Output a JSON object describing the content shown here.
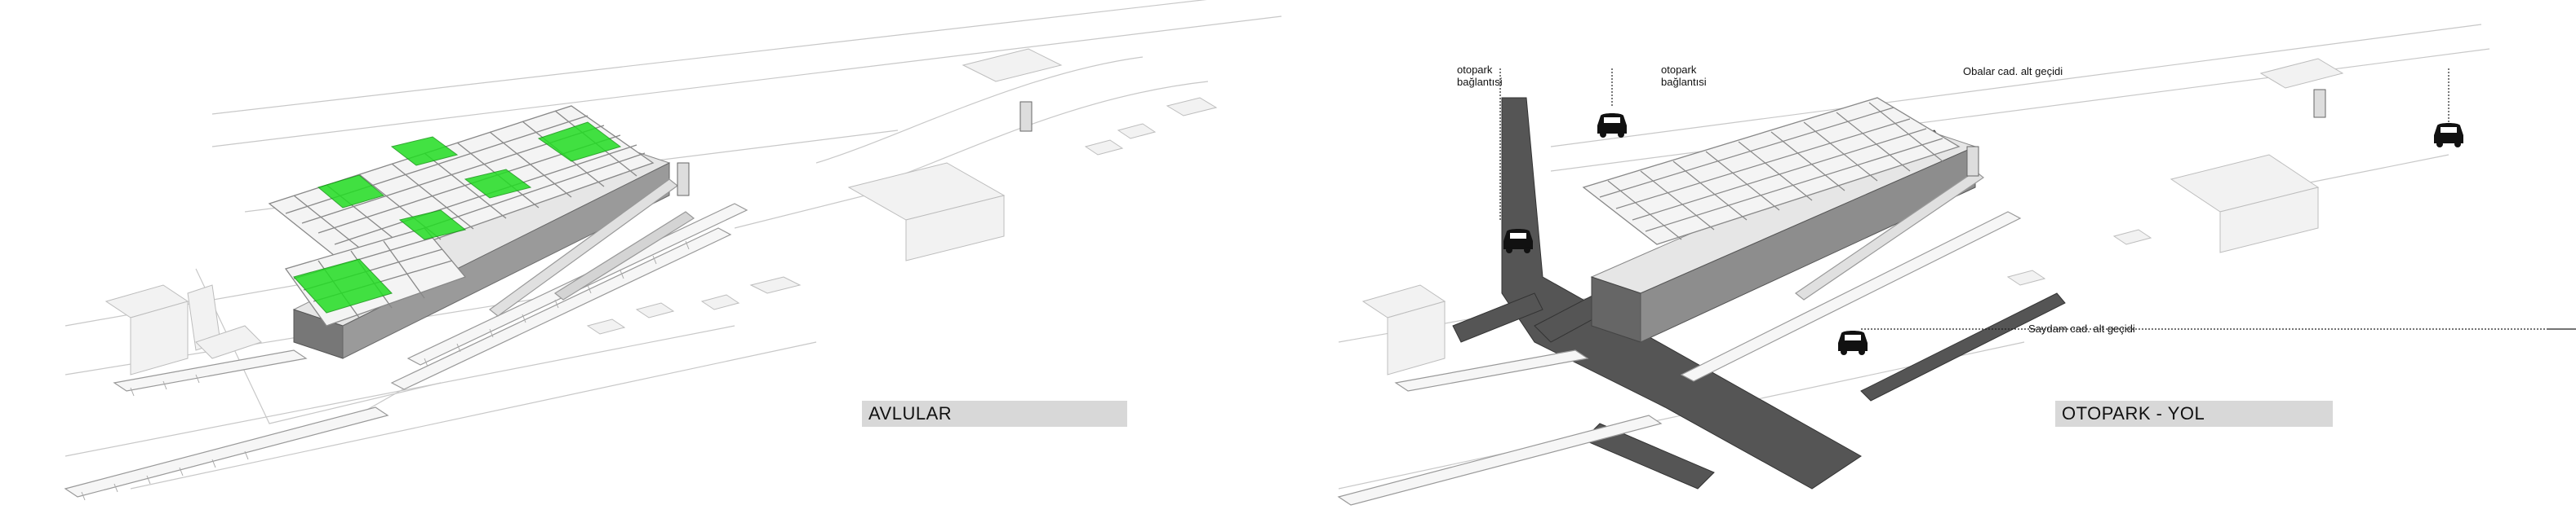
{
  "panels": [
    {
      "title": "AVLULAR"
    },
    {
      "title": "OTOPARK - YOL"
    }
  ],
  "callouts": {
    "parking_link_1": "otopark\nbağlantısi",
    "parking_link_2": "otopark\nbağlantısi",
    "obalar": "Obalar cad. alt geçidi",
    "saydam": "Saydam cad. alt geçidi"
  },
  "colors": {
    "courtyard": "#22dd22",
    "road": "#555555",
    "title_box": "#d8d8d8",
    "line": "#9a9a9a"
  },
  "icons": [
    "car-icon",
    "car-icon",
    "car-icon",
    "car-icon"
  ]
}
